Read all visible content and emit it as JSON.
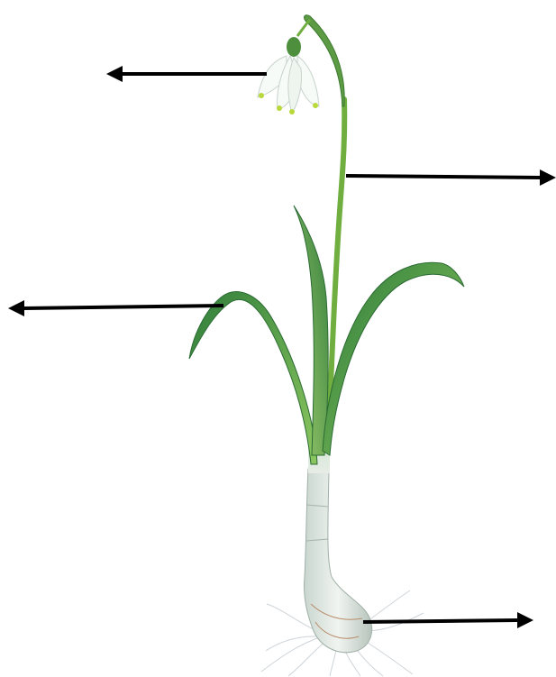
{
  "diagram": {
    "subject": "snowflake-plant",
    "labels": [
      "",
      "",
      "",
      ""
    ],
    "arrows": [
      {
        "part": "flower",
        "direction": "left"
      },
      {
        "part": "stem",
        "direction": "right"
      },
      {
        "part": "leaf",
        "direction": "left"
      },
      {
        "part": "bulb",
        "direction": "right"
      }
    ]
  },
  "colors": {
    "leaf_dark": "#2f7d3a",
    "leaf_light": "#8cc760",
    "stem": "#6fae3f",
    "petal": "#f7fbf8",
    "petal_tip": "#b9d93a",
    "bulb": "#e4e9e2",
    "root": "#c8cfd4",
    "arrow": "#000000"
  }
}
